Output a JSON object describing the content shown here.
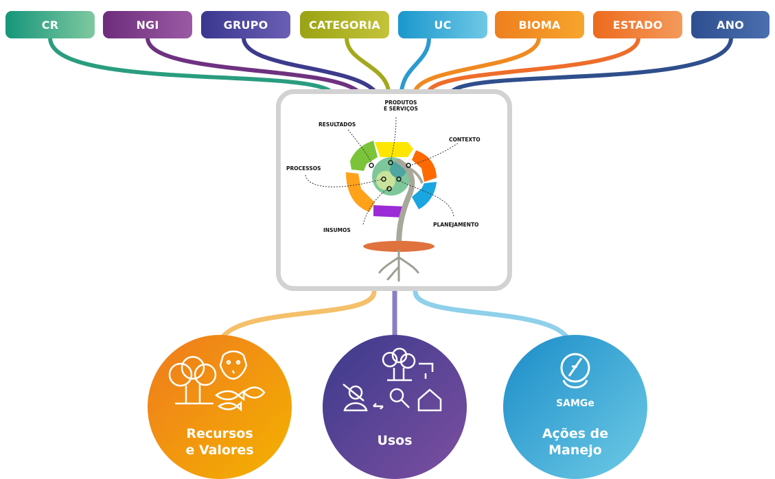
{
  "top_filters": [
    {
      "label": "CR",
      "color_from": "#16967a",
      "color_to": "#7fc8a0"
    },
    {
      "label": "NGI",
      "color_from": "#6e2d7c",
      "color_to": "#9a5aa3"
    },
    {
      "label": "GRUPO",
      "color_from": "#3a3790",
      "color_to": "#6a5fb3"
    },
    {
      "label": "CATEGORIA",
      "color_from": "#9aa313",
      "color_to": "#c4c33a"
    },
    {
      "label": "UC",
      "color_from": "#1a97cc",
      "color_to": "#6fc8e6"
    },
    {
      "label": "BIOMA",
      "color_from": "#ee7f1f",
      "color_to": "#f7a52c"
    },
    {
      "label": "ESTADO",
      "color_from": "#ed6a1e",
      "color_to": "#f49a5b"
    },
    {
      "label": "ANO",
      "color_from": "#2e4f8f",
      "color_to": "#4a6fae"
    }
  ],
  "cycle_labels": {
    "produtos": "PRODUTOS\nE SERVIÇOS",
    "resultados": "RESULTADOS",
    "contexto": "CONTEXTO",
    "processos": "PROCESSOS",
    "insumos": "INSUMOS",
    "planejamento": "PLANEJAMENTO"
  },
  "bottom_circles": [
    {
      "label_line1": "Recursos",
      "label_line2": "e Valores",
      "color_from": "#ef7a1e",
      "color_to": "#f4b200"
    },
    {
      "label_line1": "Usos",
      "label_line2": "",
      "color_from": "#3b3a8c",
      "color_to": "#7d4fa0"
    },
    {
      "label_line1": "Ações de",
      "label_line2": "Manejo",
      "color_from": "#1a8cc8",
      "color_to": "#6fcbe6"
    }
  ],
  "samge_logo_text": "SAMGe"
}
